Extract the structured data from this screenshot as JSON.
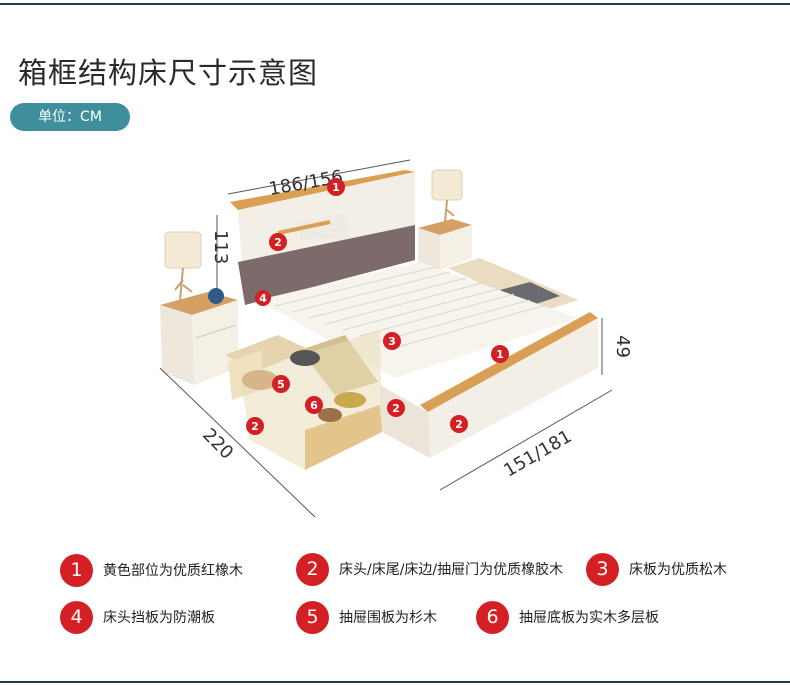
{
  "title": "箱框结构床尺寸示意图",
  "unit_label": "单位：CM",
  "dimensions": {
    "headboard_width": "186/156",
    "headboard_height": "113",
    "footboard_height": "49",
    "length": "220",
    "width": "151/181"
  },
  "badges": [
    "1",
    "2",
    "3",
    "4",
    "5",
    "6"
  ],
  "legend": [
    {
      "num": "1",
      "text": "黄色部位为优质红橡木"
    },
    {
      "num": "2",
      "text": "床头/床尾/床边/抽屉门为优质橡胶木"
    },
    {
      "num": "3",
      "text": "床板为优质松木"
    },
    {
      "num": "4",
      "text": "床头挡板为防潮板"
    },
    {
      "num": "5",
      "text": "抽屉围板为杉木"
    },
    {
      "num": "6",
      "text": "抽屉底板为实木多层板"
    }
  ],
  "colors": {
    "badge_red": "#d42024",
    "pill_teal": "#3e8e9c",
    "oak_yellow": "#d9a055",
    "frame_white": "#efe9df"
  }
}
